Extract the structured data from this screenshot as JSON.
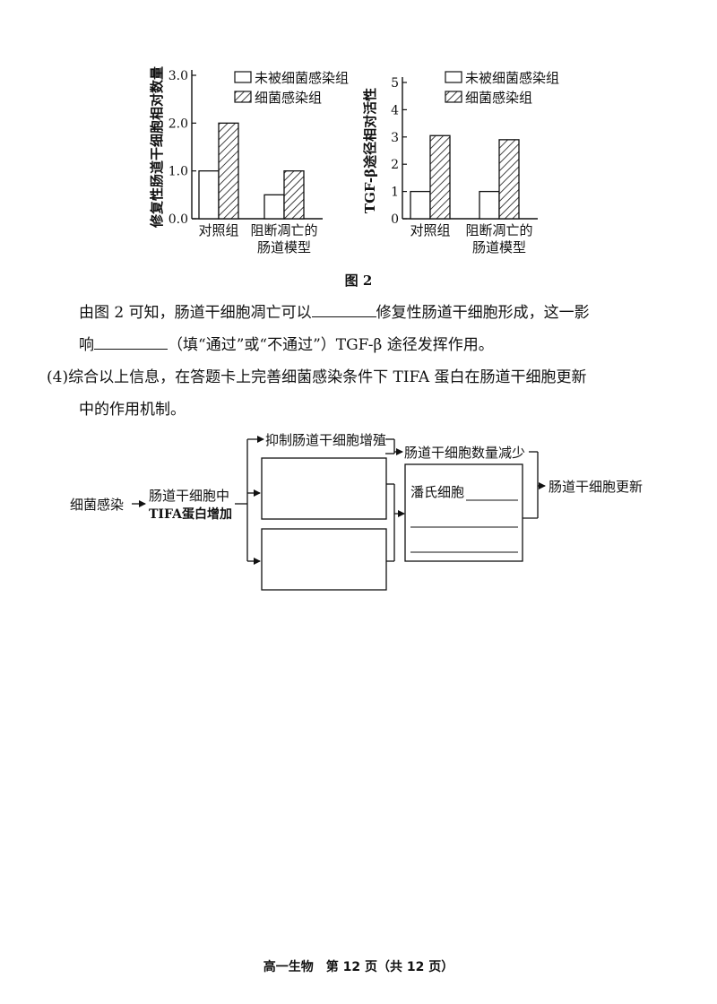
{
  "figure": {
    "caption": "图 2",
    "legend": {
      "control": "未被细菌感染组",
      "infected": "细菌感染组"
    }
  },
  "chart_data": [
    {
      "type": "bar",
      "ylabel": "修复性肠道干细胞相对数量",
      "categories": [
        "对照组",
        "阻断凋亡的肠道模型"
      ],
      "category_lines": [
        [
          "对照组"
        ],
        [
          "阻断凋亡的",
          "肠道模型"
        ]
      ],
      "yticks": [
        "0.0",
        "1.0",
        "2.0",
        "3.0"
      ],
      "ylim": [
        0,
        3
      ],
      "series": [
        {
          "name": "未被细菌感染组",
          "values": [
            1.0,
            0.5
          ]
        },
        {
          "name": "细菌感染组",
          "values": [
            2.0,
            1.0
          ]
        }
      ]
    },
    {
      "type": "bar",
      "ylabel": "TGF-β途径相对活性",
      "categories": [
        "对照组",
        "阻断凋亡的肠道模型"
      ],
      "category_lines": [
        [
          "对照组"
        ],
        [
          "阻断凋亡的",
          "肠道模型"
        ]
      ],
      "yticks": [
        "0",
        "1",
        "2",
        "3",
        "4",
        "5"
      ],
      "ylim": [
        0,
        5
      ],
      "series": [
        {
          "name": "未被细菌感染组",
          "values": [
            1.0,
            1.0
          ]
        },
        {
          "name": "细菌感染组",
          "values": [
            3.05,
            2.9
          ]
        }
      ]
    }
  ],
  "question3": {
    "line1_a": "由图 2 可知，肠道干细胞凋亡可以",
    "line1_b": "修复性肠道干细胞形成，这一影",
    "line2_a": "响",
    "line2_b": "（填“通过”或“不通过”）TGF-β 途径发挥作用。"
  },
  "question4": {
    "line1": "(4)综合以上信息，在答题卡上完善细菌感染条件下 TIFA 蛋白在肠道干细胞更新",
    "line2": "中的作用机制。"
  },
  "flow": {
    "start": "细菌感染",
    "tifa_line1": "肠道干细胞中",
    "tifa_line2": "TIFA蛋白增加",
    "inhibit": "抑制肠道干细胞增殖",
    "decrease": "肠道干细胞数量减少",
    "paneth": "潘氏细胞",
    "renew": "肠道干细胞更新"
  },
  "footer": "高一生物　第 12 页（共 12 页）"
}
